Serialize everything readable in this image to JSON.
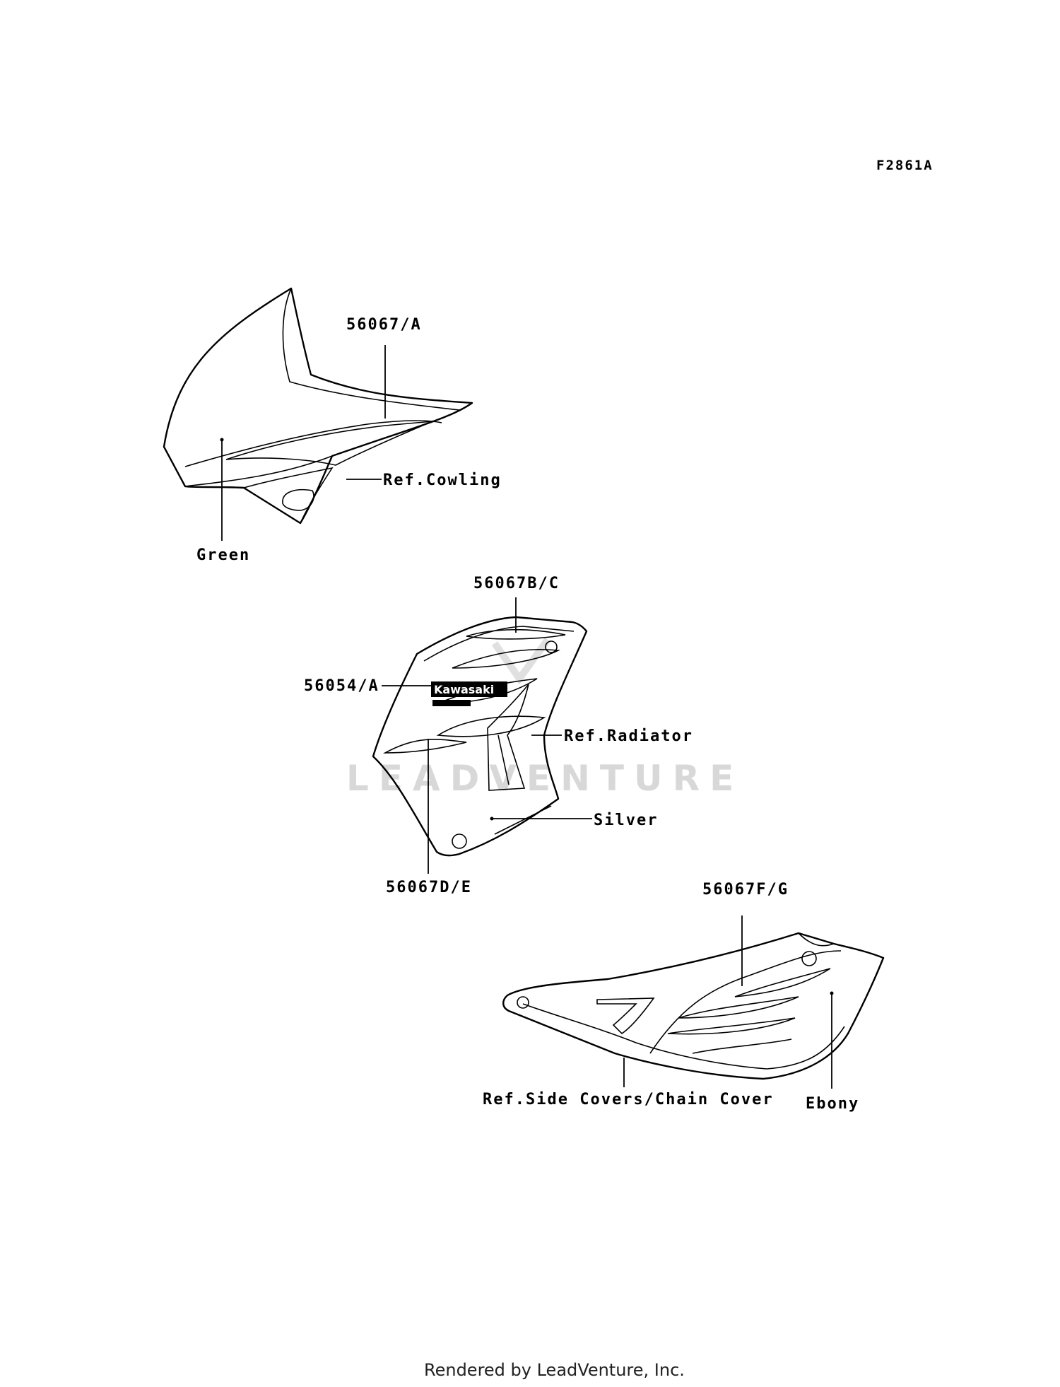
{
  "figure_code": "F2861A",
  "footer": "Rendered by LeadVenture, Inc.",
  "watermark": "LEADVENTURE",
  "labels": {
    "cowling_decal": "56067/A",
    "ref_cowling": "Ref.Cowling",
    "green": "Green",
    "shroud_upper_decal": "56067B/C",
    "kawasaki_emblem": "56054/A",
    "ref_radiator": "Ref.Radiator",
    "silver": "Silver",
    "shroud_lower_decal": "56067D/E",
    "side_cover_decal": "56067F/G",
    "ref_side_covers": "Ref.Side Covers/Chain Cover",
    "ebony": "Ebony"
  },
  "emblem_text": "Kawasaki"
}
